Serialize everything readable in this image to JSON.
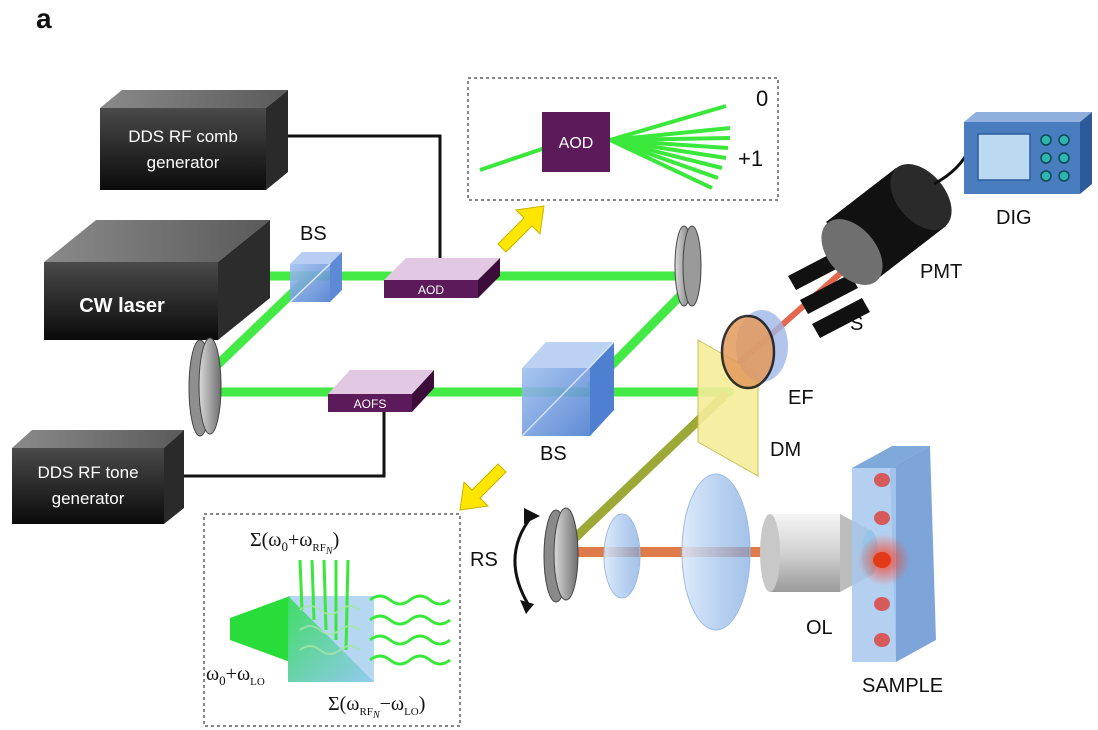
{
  "panel_label": "a",
  "boxes": {
    "cw_laser": "CW laser",
    "dds_comb_line1": "DDS RF comb",
    "dds_comb_line2": "generator",
    "dds_tone_line1": "DDS RF tone",
    "dds_tone_line2": "generator",
    "aod": "AOD",
    "aofs": "AOFS",
    "inset_aod": "AOD"
  },
  "labels": {
    "bs_top": "BS",
    "bs_bottom": "BS",
    "dm": "DM",
    "ef": "EF",
    "s": "S",
    "pmt": "PMT",
    "dig": "DIG",
    "rs": "RS",
    "ol": "OL",
    "sample": "SAMPLE"
  },
  "inset_aod": {
    "order_zero": "0",
    "order_plus_one": "+1"
  },
  "inset_beat": {
    "sum_top_main": "Σ(ω",
    "sum_top_sub0": "0",
    "sum_top_plus": "+ω",
    "sum_top_sub1": "RF",
    "sum_top_sub2": "N",
    "sum_top_close": ")",
    "lo_main": "ω",
    "lo_sub0": "0",
    "lo_plus": "+ω",
    "lo_sub1": "LO",
    "sum_bot_main": "Σ(ω",
    "sum_bot_sub1": "RF",
    "sum_bot_sub2": "N",
    "sum_bot_minus": "−ω",
    "sum_bot_sub3": "LO",
    "sum_bot_close": ")"
  },
  "colors": {
    "beam": "#39e83a",
    "red_beam": "#d9542a",
    "purple": "#5c1a5a",
    "box_dark": "#1f1f1f",
    "arrow": "#ffe600"
  }
}
